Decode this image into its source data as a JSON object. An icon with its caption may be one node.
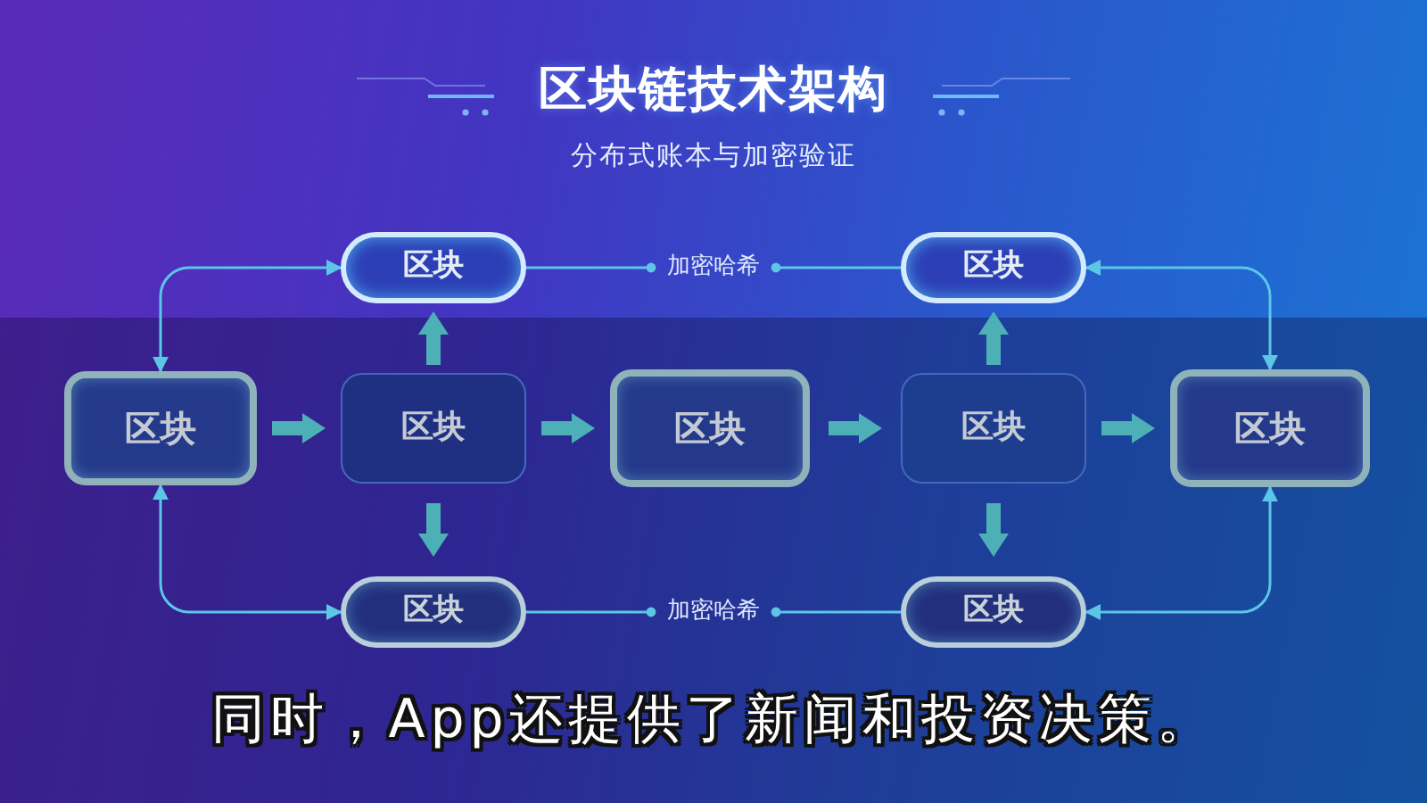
{
  "diagram": {
    "title": "区块链技术架构",
    "nodes": [
      {
        "text": [
          "区块"
        ]
      },
      {
        "text": [
          "加密哈希"
        ]
      },
      {
        "text": [
          "区块"
        ]
      },
      {
        "text": [
          "区块"
        ]
      },
      {
        "text": [
          "区块"
        ]
      },
      {
        "text": [
          "区块"
        ]
      },
      {
        "text": [
          "区块"
        ]
      },
      {
        "text": [
          "区块"
        ]
      },
      {
        "text": [
          "区块"
        ]
      },
      {
        "text": [
          "加密哈希"
        ]
      },
      {
        "text": [
          "区块"
        ]
      }
    ],
    "edges": [
      {
        "from": 0,
        "to": 1,
        "arrow": "other"
      },
      {
        "from": 2,
        "to": 1,
        "arrow": "other"
      },
      {
        "from": 3,
        "to": 4,
        "arrow": "to",
        "style": "thick",
        "color": "#4db0b6"
      },
      {
        "from": 4,
        "to": 5,
        "arrow": "to",
        "style": "thick",
        "color": "#4db0b6"
      },
      {
        "from": 5,
        "to": 6,
        "arrow": "to",
        "style": "thick",
        "color": "#4db0b6"
      },
      {
        "from": 6,
        "to": 7,
        "arrow": "to",
        "style": "thick",
        "color": "#4db0b6"
      },
      {
        "from": 4,
        "to": 0,
        "arrow": "to",
        "style": "thick",
        "color": "#4db0b6"
      },
      {
        "from": 6,
        "to": 2,
        "arrow": "to",
        "style": "thick",
        "color": "#4db0b6"
      },
      {
        "from": 4,
        "to": 8,
        "arrow": "to",
        "style": "thick",
        "color": "#4db0b6"
      },
      {
        "from": 6,
        "to": 10,
        "arrow": "to",
        "style": "thick",
        "color": "#4db0b6"
      },
      {
        "from": 8,
        "to": 9,
        "arrow": "other"
      },
      {
        "from": 10,
        "to": 9,
        "arrow": "other"
      },
      {
        "from": 3,
        "to": 0,
        "arrow": "both"
      },
      {
        "from": 3,
        "to": 8,
        "arrow": "both"
      },
      {
        "from": 2,
        "to": 7,
        "arrow": "both"
      },
      {
        "from": 10,
        "to": 7,
        "arrow": "both"
      }
    ],
    "labels": [
      "分布式账本与加密验证",
      "同时，App还提供了新闻和投资决策。"
    ]
  }
}
